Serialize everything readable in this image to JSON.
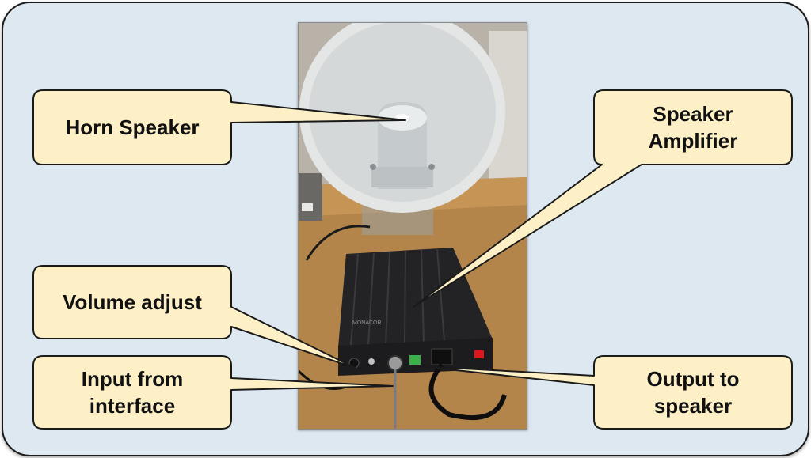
{
  "labels": {
    "horn_speaker": "Horn Speaker",
    "speaker_amplifier_line1": "Speaker",
    "speaker_amplifier_line2": "Amplifier",
    "volume_adjust": "Volume adjust",
    "input_line1": "Input from",
    "input_line2": "interface",
    "output_line1": "Output to",
    "output_line2": "speaker"
  },
  "device": {
    "brand": "MONACOR"
  },
  "colors": {
    "panel_background": "#dde8f1",
    "callout_fill": "#fdf0c6",
    "callout_stroke": "#1a1a1a",
    "amplifier": "#1c1c1e",
    "power_switch": "#e0161e"
  }
}
